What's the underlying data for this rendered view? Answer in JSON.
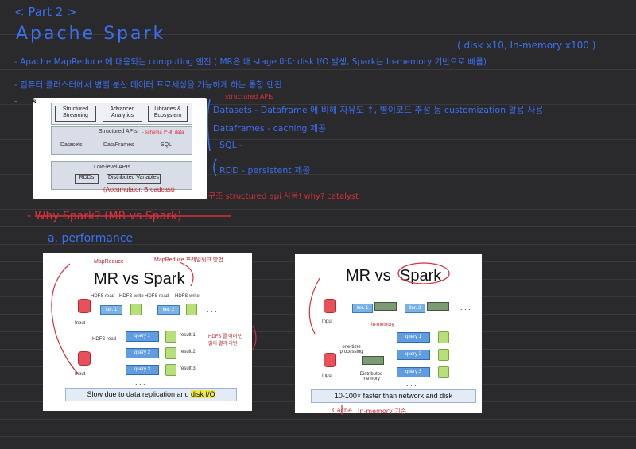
{
  "notes": {
    "part": "< Part 2 >",
    "title": "Apache Spark",
    "side_note": "( disk x10, In-memory x100 )",
    "line1": "- Apache MapReduce 에 대응되는 computing 엔진 ( MR은 매 stage 마다 disk I/O 발생, Spark는 In-memory 기반으로 빠름)",
    "line2": "- 컴퓨터 클러스터에서 병렬·분산 데이터 프로세싱을 가능하게 하는 통합 엔진",
    "dash": "-",
    "structured_apis_label": "structured APIs",
    "datasets_note": "Datasets  - Dataframe 에 비해 자유도 ↑, 병이코드 추성 등 customization 활용 사용",
    "dataframes_note": "Dataframes -   caching 제공",
    "sql_note": "SQL        -",
    "rdd_note": "RDD        -   persistent 제공",
    "structured_api_note": "구조 structured api 사용! why? catalyst",
    "why_spark": "- Why Spark? (MR vs Spark)",
    "performance": "a. performance"
  },
  "stack_diagram": {
    "corner": "s",
    "structured_streaming": "Structured Streaming",
    "advanced_analytics": "Advanced Analytics",
    "libraries": "Libraries & Ecosystem",
    "structured_apis": "Structured APIs",
    "annotation": "- schema 존재, data",
    "datasets": "Datasets",
    "dataframes": "DataFrames",
    "sql": "SQL",
    "lowlevel_apis": "Low-level APIs",
    "rdds": "RDDs",
    "distributed_variables": "Distributed Variables",
    "acc_note": "(Accumulator, Broadcast)"
  },
  "slide_mr": {
    "title": "MR vs Spark",
    "ann_mapreduce": "MapReduce",
    "ann_top": "MapReduce 프레임워크 방법",
    "hdfs_read": "HDFS read",
    "hdfs_write": "HDFS write",
    "iter1": "iter. 1",
    "iter2": "iter. 2",
    "input": "Input",
    "query1": "query 1",
    "query2": "query 2",
    "query3": "query 3",
    "result1": "result 1",
    "result2": "result 2",
    "result3": "result 3",
    "side_ann": "HDFS 를 여러 번 읽어 결과 리턴",
    "ellipsis": ". . .",
    "banner_prefix": "Slow due to data replication and ",
    "banner_highlight": "disk I/O"
  },
  "slide_spark": {
    "title_mr": "MR vs",
    "title_spark": "Spark",
    "iter1": "iter. 1",
    "iter2": "iter. 2",
    "input": "Input",
    "inmem_ann": "In-memory",
    "one_time": "one-time processing",
    "distributed_memory": "Distributed memory",
    "query1": "query 1",
    "query2": "query 2",
    "query3": "query 3",
    "ellipsis": ". . .",
    "banner": "10-100× faster than network and disk",
    "ann_left": "Cache",
    "ann_right": "In-memory 기준"
  }
}
